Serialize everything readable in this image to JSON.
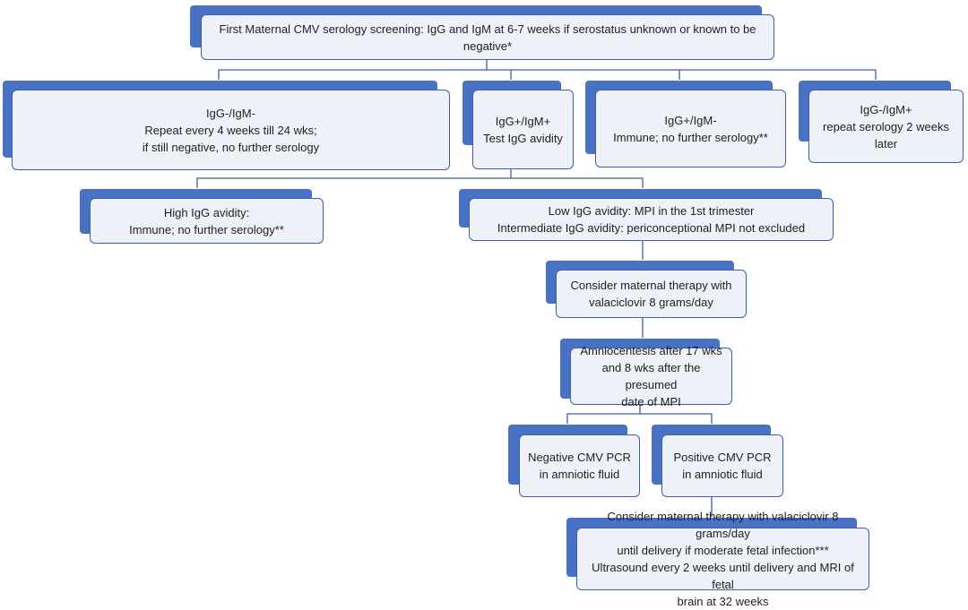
{
  "colors": {
    "accent": "#4a72c4",
    "box_fill": "#eef1f8",
    "box_border": "#3e5fa8",
    "connector": "#3e5fa8"
  },
  "nodes": {
    "screening": {
      "lines": [
        "First Maternal CMV serology screening: IgG and IgM at 6-7 weeks if serostatus unknown or known to be negative*"
      ]
    },
    "igg_neg_igm_neg": {
      "lines": [
        "IgG-/IgM-",
        "Repeat every 4 weeks till 24 wks;",
        "if still negative, no further serology"
      ]
    },
    "igg_pos_igm_pos": {
      "lines": [
        "IgG+/IgM+",
        "Test IgG avidity"
      ]
    },
    "igg_pos_igm_neg": {
      "lines": [
        "IgG+/IgM-",
        "Immune; no further serology**"
      ]
    },
    "igg_neg_igm_pos": {
      "lines": [
        "IgG-/IgM+",
        "repeat serology 2 weeks",
        "later"
      ]
    },
    "high_avidity": {
      "lines": [
        "High IgG avidity:",
        "Immune; no further serology**"
      ]
    },
    "low_avidity": {
      "lines": [
        "Low IgG avidity: MPI in the 1st trimester",
        "Intermediate IgG avidity: periconceptional MPI not excluded"
      ]
    },
    "therapy": {
      "lines": [
        "Consider maternal therapy with",
        "valaciclovir 8 grams/day"
      ]
    },
    "amnio": {
      "lines": [
        "Amniocentesis after 17 wks",
        "and 8 wks after the presumed",
        "date of MPI"
      ]
    },
    "neg_pcr": {
      "lines": [
        "Negative CMV PCR",
        "in amniotic fluid"
      ]
    },
    "pos_pcr": {
      "lines": [
        "Positive CMV PCR",
        "in amniotic fluid"
      ]
    },
    "final": {
      "lines": [
        "Consider maternal therapy with valaciclovir 8 grams/day",
        "until delivery if moderate fetal infection***",
        "Ultrasound every 2 weeks until delivery and MRI of fetal",
        "brain at 32 weeks"
      ]
    }
  }
}
